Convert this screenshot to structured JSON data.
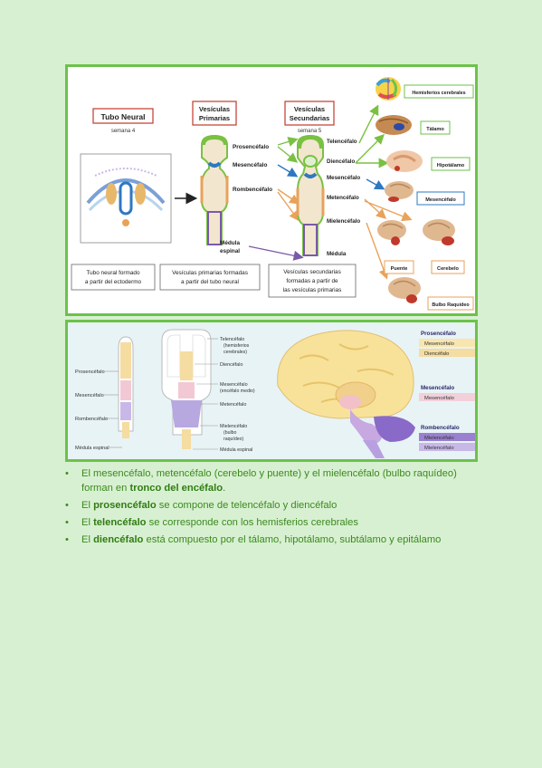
{
  "figure1": {
    "tubo_neural": {
      "title": "Tubo Neural",
      "week": "semana 4"
    },
    "vesiculas_primarias": {
      "title_line1": "Vesículas",
      "title_line2": "Primarias"
    },
    "vesiculas_secundarias": {
      "title_line1": "Vesículas",
      "title_line2": "Secundarias",
      "week": "semana 5"
    },
    "primary_labels": [
      "Prosencéfalo",
      "Mesencéfalo",
      "Rombencéfalo"
    ],
    "medula_line1": "Médula",
    "medula_line2": "espinal",
    "secondary_labels": [
      "Telencéfalo",
      "Diencéfalo",
      "Mesencéfalo",
      "Metencéfalo",
      "Mielencéfalo",
      "Médula"
    ],
    "structures": [
      "Hemisferios cerebrales",
      "Tálamo",
      "Hipotálamo",
      "Mesencéfalo",
      "Puente",
      "Cerebelo",
      "Bulbo Raquídeo"
    ],
    "captions": {
      "c1": [
        "Tubo neural formado",
        "a partir del ectodermo"
      ],
      "c2": [
        "Vesículas primarias formadas",
        "a partir del tubo neural"
      ],
      "c3": [
        "Vesículas secundarias",
        "formadas a partir de",
        "las vesículas primarias"
      ]
    },
    "colors": {
      "green": "#7ac142",
      "orange": "#e8a25a",
      "purple": "#7a5aa8",
      "blue": "#2e78c2"
    }
  },
  "figure2": {
    "left_labels": [
      "Prosencéfalo",
      "Mesencéfalo",
      "Rombencéfalo",
      "Médula espinal"
    ],
    "middle_labels": [
      "Telencéfalo",
      "(hemisferios",
      "cerebrales)",
      "Diencéfalo",
      "Mesencéfalo",
      "(encéfalo medio)",
      "Metencéfalo",
      "Mielencéfalo",
      "(bulbo",
      "raquídeo)",
      "Médula espinal"
    ],
    "legend": {
      "prosencefalo": {
        "title": "Prosencéfalo",
        "items": [
          "Mesencéfalo",
          "Diencéfalo"
        ]
      },
      "mesencefalo": {
        "title": "Mesencéfalo",
        "items": [
          "Mesencéfalo"
        ]
      },
      "rombencefalo": {
        "title": "Rombencéfalo",
        "items": [
          "Mielencéfalo",
          "Mielencéfalo"
        ]
      }
    }
  },
  "bullets": [
    {
      "pre": "El mesencéfalo, metencéfalo (cerebelo y puente) y el mielencéfalo (bulbo raquídeo) forman en ",
      "bold": "tronco del encéfalo",
      "post": "."
    },
    {
      "pre": "El ",
      "bold": "prosencéfalo",
      "post": " se compone de telencéfalo y diencéfalo"
    },
    {
      "pre": "El ",
      "bold": "telencéfalo",
      "post": " se corresponde con los hemisferios cerebrales"
    },
    {
      "pre": " El ",
      "bold": "diencéfalo",
      "post": " está compuesto por el tálamo, hipotálamo, subtálamo y epitálamo"
    }
  ]
}
